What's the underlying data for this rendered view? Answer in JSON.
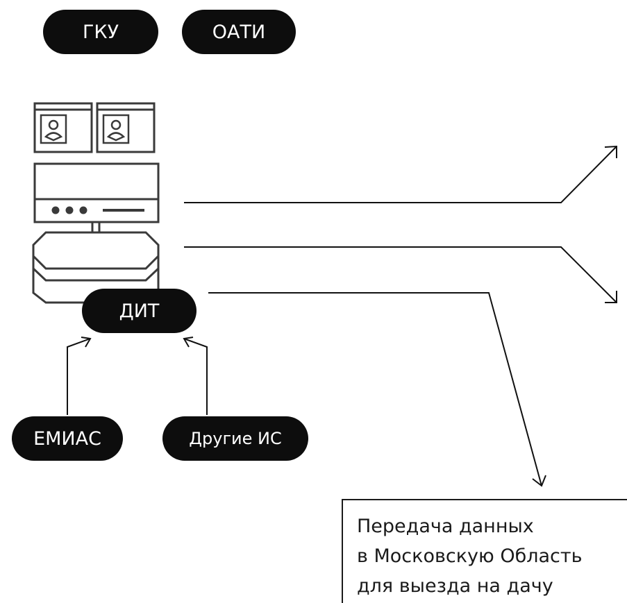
{
  "nodes": {
    "gku": "ГКУ",
    "oati": "ОАТИ",
    "dit": "ДИТ",
    "emias": "ЕМИАС",
    "other_systems": "Другие ИС"
  },
  "note": {
    "lines": [
      "Передача данных",
      "в Московскую Область",
      "для выезда на дачу"
    ]
  },
  "icons": [
    "profile-card-icon",
    "profile-card-icon",
    "server-icon",
    "database-icon"
  ],
  "colors": {
    "fill": "#0d0d0d",
    "stroke": "#3a3a3a",
    "text_on_fill": "#ffffff"
  }
}
